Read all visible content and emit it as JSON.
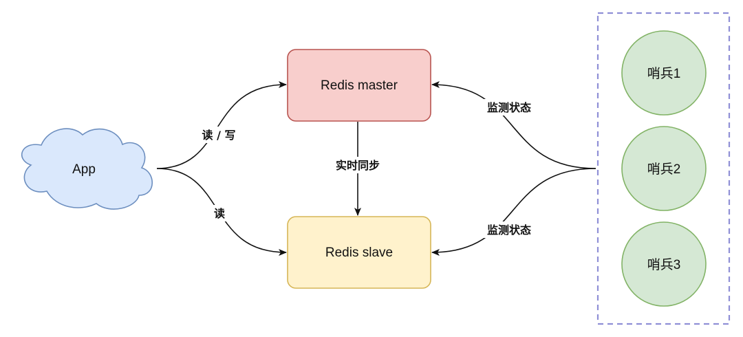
{
  "nodes": {
    "app": {
      "label": "App",
      "fill": "#dae8fc",
      "stroke": "#6c8ebf"
    },
    "master": {
      "label": "Redis master",
      "fill": "#f8cecc",
      "stroke": "#b85450"
    },
    "slave": {
      "label": "Redis slave",
      "fill": "#fff2cc",
      "stroke": "#d6b656"
    },
    "sentinel_group": {
      "stroke": "#8f8fd6"
    },
    "sentinels": [
      {
        "label": "哨兵1",
        "fill": "#d5e8d4",
        "stroke": "#82b366"
      },
      {
        "label": "哨兵2",
        "fill": "#d5e8d4",
        "stroke": "#82b366"
      },
      {
        "label": "哨兵3",
        "fill": "#d5e8d4",
        "stroke": "#82b366"
      }
    ]
  },
  "edges": {
    "app_to_master": "读 / 写",
    "app_to_slave": "读",
    "master_to_slave": "实时同步",
    "sentinels_to_master": "监测状态",
    "sentinels_to_slave": "监测状态"
  }
}
